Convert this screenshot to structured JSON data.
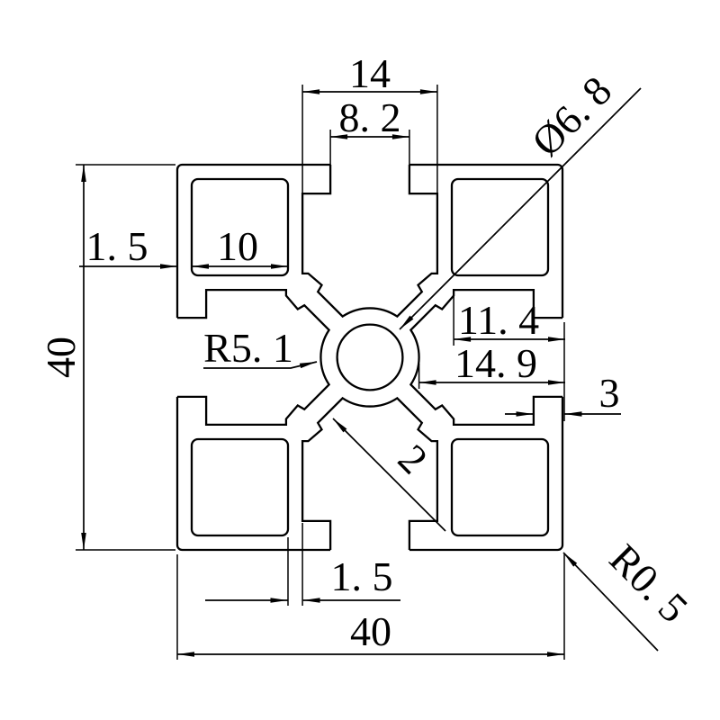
{
  "drawing": {
    "type": "technical-cross-section",
    "subject": "4040 aluminum extrusion T-slot profile",
    "colors": {
      "line": "#000000",
      "background": "#ffffff"
    },
    "dimensions": {
      "slot_inner_width": "14",
      "slot_opening_width": "8. 2",
      "center_hole_diameter": "Ø6. 8",
      "outer_wall_thickness": "1. 5",
      "corner_cavity_width": "10",
      "profile_height": "40",
      "center_boss_radius": "R5. 1",
      "slot_depth": "11. 4",
      "face_to_boss_depth": "14. 9",
      "slot_lip_depth": "3",
      "web_thickness": "2",
      "slot_wall_thickness": "1. 5",
      "profile_width": "40",
      "corner_fillet_radius": "R0. 5"
    }
  }
}
